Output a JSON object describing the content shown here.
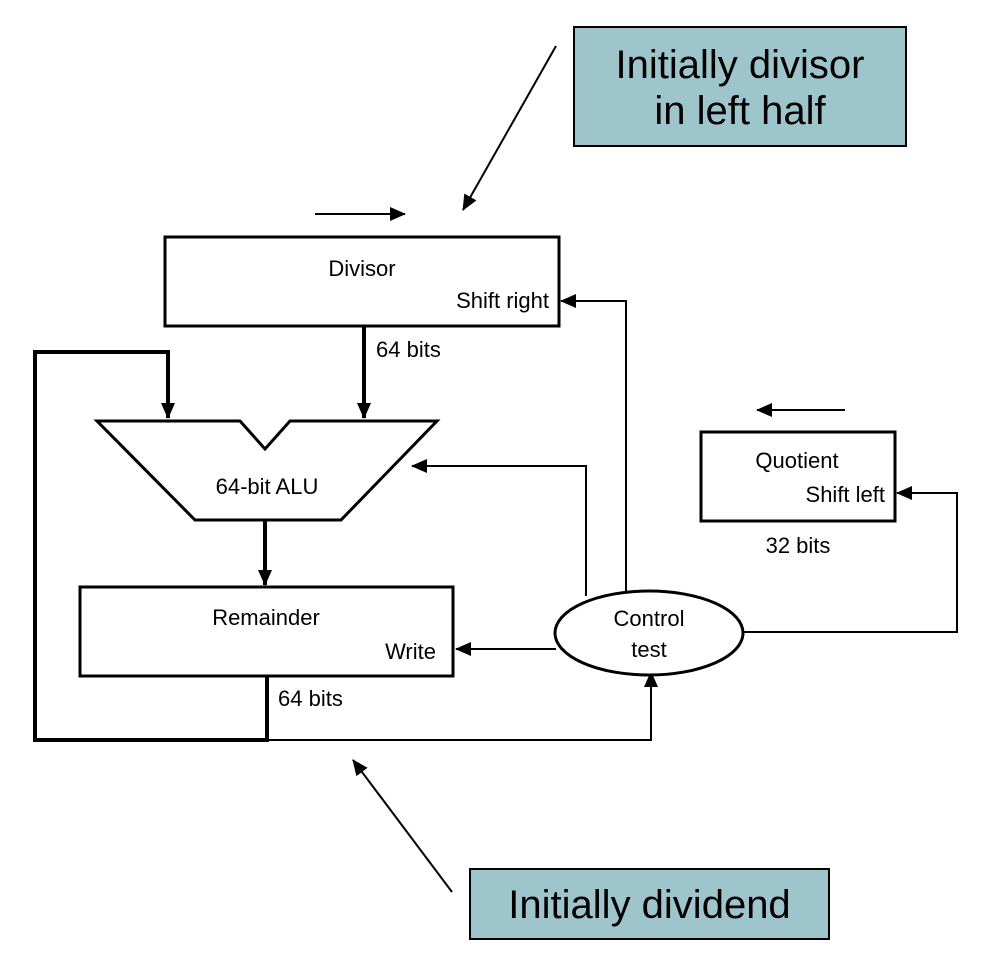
{
  "callouts": {
    "top": {
      "line1": "Initially divisor",
      "line2": "in left half"
    },
    "bottom": {
      "text": "Initially dividend"
    }
  },
  "divisor": {
    "name": "Divisor",
    "action": "Shift right",
    "width_label": "64 bits"
  },
  "alu": {
    "label": "64-bit ALU"
  },
  "remainder": {
    "name": "Remainder",
    "action": "Write",
    "width_label": "64 bits"
  },
  "quotient": {
    "name": "Quotient",
    "action": "Shift left",
    "width_label": "32 bits"
  },
  "control": {
    "line1": "Control",
    "line2": "test"
  }
}
